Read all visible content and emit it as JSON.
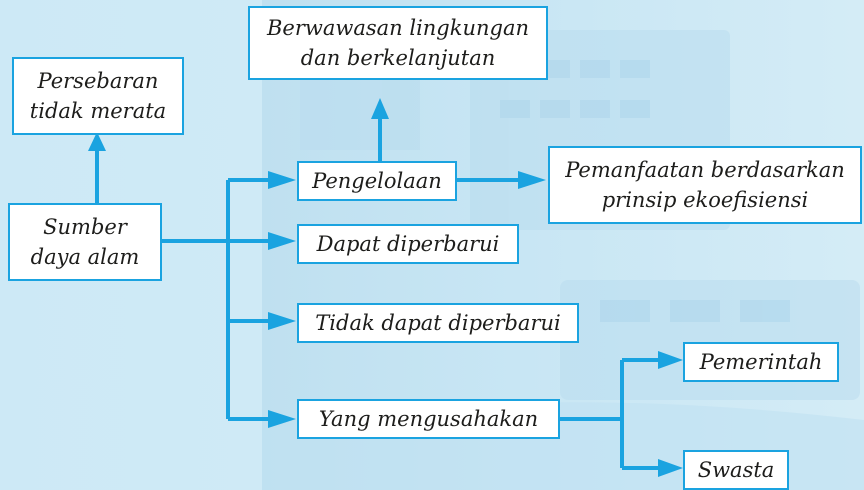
{
  "diagram": {
    "nodes": {
      "sda": "Sumber\ndaya alam",
      "persebaran": "Persebaran\ntidak merata",
      "pengelolaan": "Pengelolaan",
      "berwawasan": "Berwawasan lingkungan\ndan berkelanjutan",
      "pemanfaatan": "Pemanfaatan berdasarkan\nprinsip ekoefisiensi",
      "diperbarui": "Dapat diperbarui",
      "tidak_diperbarui": "Tidak dapat diperbarui",
      "mengusahakan": "Yang mengusahakan",
      "pemerintah": "Pemerintah",
      "swasta": "Swasta"
    },
    "colors": {
      "line": "#1aa3e0",
      "box_border": "#1aa3e0",
      "box_fill": "#ffffff",
      "text": "#1d1d1b"
    }
  }
}
